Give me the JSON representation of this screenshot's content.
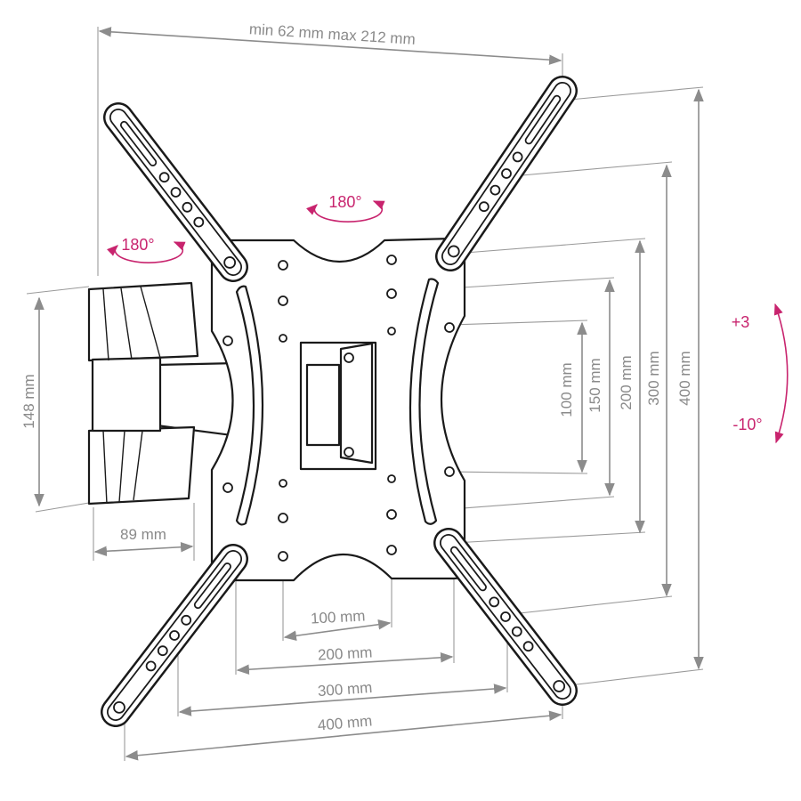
{
  "title": "TV wall mount dimension drawing",
  "colors": {
    "dimension": "#8c8c8c",
    "rotation": "#c8246e",
    "outline": "#1a1a1a"
  },
  "dimensions": {
    "wall_distance": "min 62 mm max 212 mm",
    "wall_plate_height": "148 mm",
    "wall_plate_width": "89 mm",
    "vesa_horizontal": [
      "100 mm",
      "200 mm",
      "300 mm",
      "400 mm"
    ],
    "vesa_vertical": [
      "100 mm",
      "150 mm",
      "200 mm",
      "300 mm",
      "400 mm"
    ]
  },
  "rotations": {
    "swivel_wall": "180°",
    "swivel_arm": "180°",
    "tilt_up": "+3",
    "tilt_down": "-10°"
  }
}
